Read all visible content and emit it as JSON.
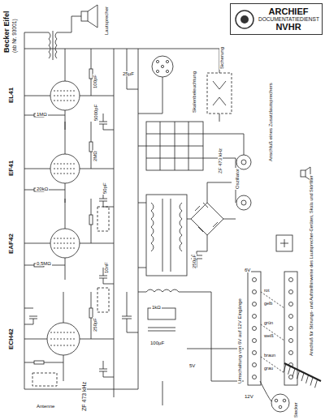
{
  "diagram": {
    "nodes": [
      {
        "text": [
          "ARCHIEF",
          "DOCUMENTATIEDIENST",
          "NVHR"
        ]
      }
    ],
    "labels": [
      "Becker Eifel",
      "(ab Nr. 93001)",
      "EL41",
      "EF41",
      "EAF42",
      "ECH42",
      "ZF 473 kHz",
      "5000pF",
      "1MΩ",
      "20kΩ",
      "100pF",
      "50pF",
      "0,5MΩ",
      "2MΩ",
      "10nF",
      "250pF",
      "25µF",
      "Skalenbeleuchtung",
      "Lautsprecher",
      "Antenne",
      "Oszillator",
      "ZF 473 kHz",
      "100µF",
      "250µF",
      "1kΩ",
      "5V",
      "6V",
      "12V",
      "rot",
      "gelb",
      "grün",
      "weiß",
      "braun",
      "grau",
      "Umschaltung von 6V auf 12V Eingänge",
      "Anschluß für Störungs- und Aufstellhinweise des Lautsprecher-Gerätes, Skala und Störfilter",
      "Anschluß eines Zusatzlautsprechers",
      "Sicherung",
      "Stecker"
    ]
  }
}
